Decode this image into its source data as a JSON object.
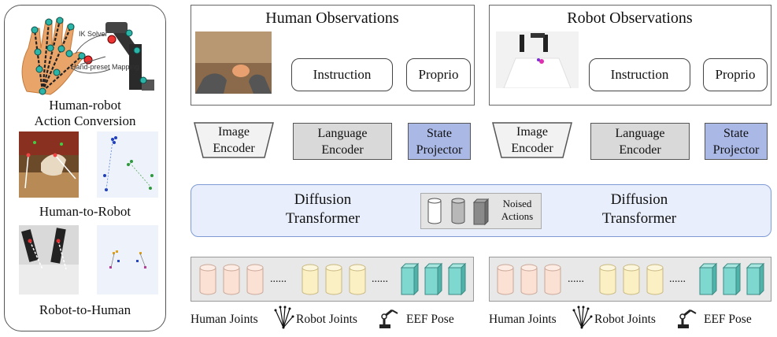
{
  "left_panel": {
    "ik_solver": "IK Solver",
    "hand_preset": "Hand-preset Mapping",
    "conversion_line1": "Human-robot",
    "conversion_line2": "Action Conversion",
    "h2r": "Human-to-Robot",
    "r2h": "Robot-to-Human"
  },
  "human": {
    "title": "Human Observations",
    "instruction": "Instruction",
    "proprio": "Proprio",
    "image_encoder_1": "Image",
    "image_encoder_2": "Encoder",
    "language_encoder_1": "Language",
    "language_encoder_2": "Encoder",
    "state_projector_1": "State",
    "state_projector_2": "Projector"
  },
  "robot": {
    "title": "Robot Observations",
    "instruction": "Instruction",
    "proprio": "Proprio",
    "image_encoder_1": "Image",
    "image_encoder_2": "Encoder",
    "language_encoder_1": "Language",
    "language_encoder_2": "Encoder",
    "state_projector_1": "State",
    "state_projector_2": "Projector"
  },
  "diffusion": {
    "left_1": "Diffusion",
    "left_2": "Transformer",
    "right_1": "Diffusion",
    "right_2": "Transformer",
    "noised_1": "Noised",
    "noised_2": "Actions"
  },
  "tokens": {
    "dots": "......",
    "human_joints": "Human Joints",
    "robot_joints": "Robot Joints",
    "eef_pose": "EEF Pose"
  },
  "colors": {
    "human_token": "#fbe0d4",
    "robot_token": "#faf0c4",
    "eef_token": "#7fd8d0",
    "state_projector": "#aab8e6",
    "diffusion_fill": "#e8eefb"
  }
}
